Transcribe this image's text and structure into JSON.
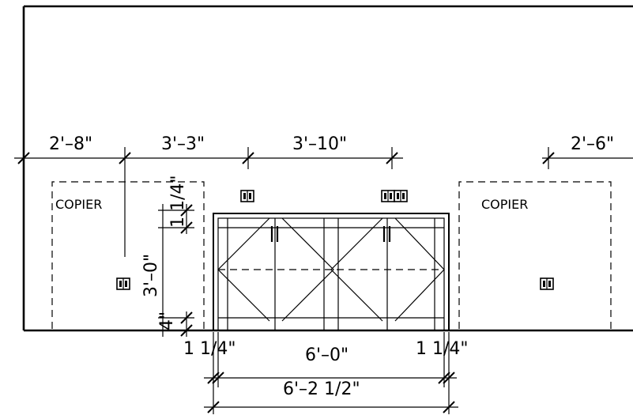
{
  "dimensions": {
    "top_left": "2'–8\"",
    "top_mid_left": "3'–3\"",
    "top_mid": "3'–10\"",
    "top_right": "2'–6\"",
    "vertical_upper": "1 1/4\"",
    "vertical_main": "3'–0\"",
    "vertical_lower": "4\"",
    "bottom_left_gap": "1 1/4\"",
    "bottom_cabinet": "6'–0\"",
    "bottom_right_gap": "1 1/4\"",
    "bottom_overall": "6'–2 1/2\""
  },
  "labels": {
    "copier_left": "COPIER",
    "copier_right": "COPIER"
  }
}
